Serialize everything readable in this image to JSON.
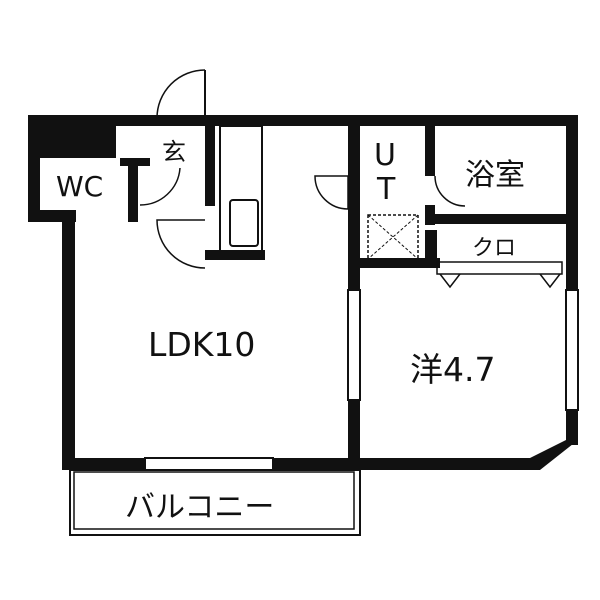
{
  "rooms": {
    "wc": "WC",
    "entrance": "玄",
    "ldk": "LDK10",
    "utility_u": "U",
    "utility_t": "T",
    "bath": "浴室",
    "closet": "クロ",
    "western": "洋4.7",
    "balcony": "バルコニー"
  }
}
